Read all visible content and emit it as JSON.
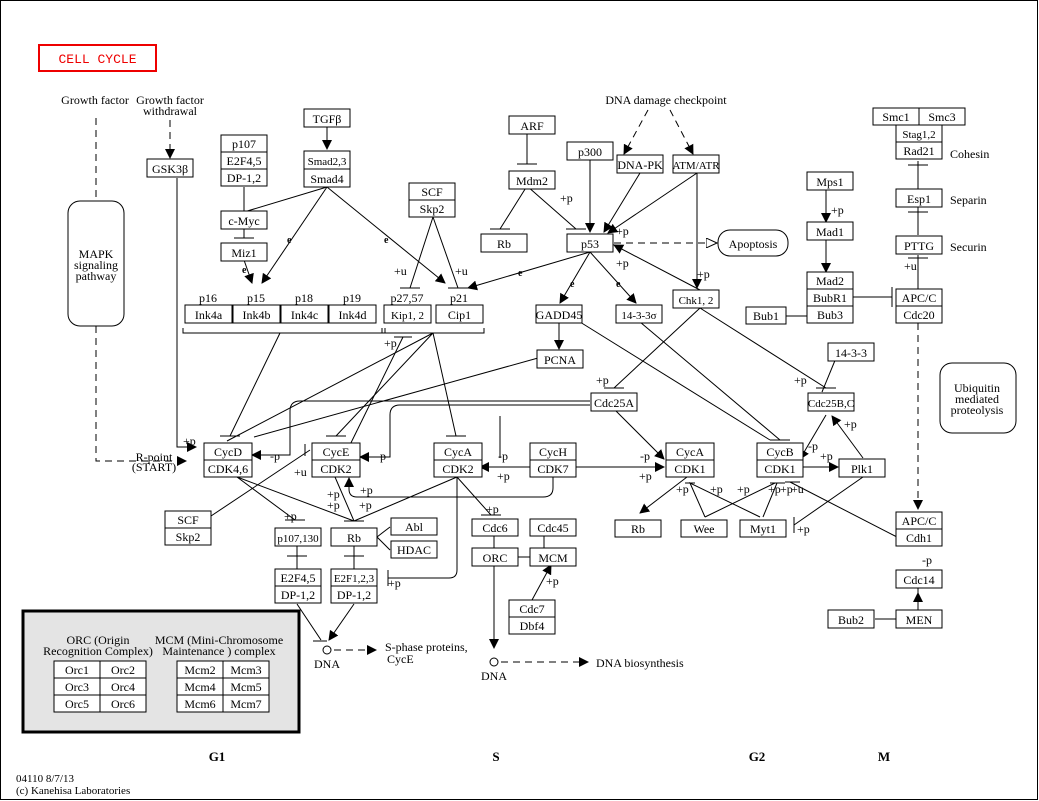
{
  "title": "CELL CYCLE",
  "colors": {
    "title": "#e00000",
    "legend_bg": "#e4e4e4"
  },
  "footer": {
    "id_date": "04110 8/7/13",
    "copyright": "(c) Kanehisa Laboratories"
  },
  "phases": [
    "G1",
    "S",
    "G2",
    "M"
  ],
  "labels": {
    "growth_factor": "Growth factor",
    "gf_withdrawal_1": "Growth factor",
    "gf_withdrawal_2": "withdrawal",
    "dna_damage": "DNA damage checkpoint",
    "rpoint_1": "R-point",
    "rpoint_2": "(START)",
    "cohesin": "Cohesin",
    "separin": "Separin",
    "securin": "Securin",
    "sphase_1": "S-phase proteins,",
    "sphase_2": "CycE",
    "dna1": "DNA",
    "dna2": "DNA",
    "dna_bio": "DNA biosynthesis"
  },
  "pathways": {
    "mapk": [
      "MAPK",
      "signaling",
      "pathway"
    ],
    "apoptosis": "Apoptosis",
    "ubiquitin": [
      "Ubiquitin",
      "mediated",
      "proteolysis"
    ]
  },
  "nodes": {
    "gsk3b": "GSK3β",
    "tgfb": "TGFβ",
    "p107": "p107",
    "e2f45a": "E2F4,5",
    "dp12a": "DP-1,2",
    "smad23": "Smad2,3",
    "smad4": "Smad4",
    "cmyc": "c-Myc",
    "miz1": "Miz1",
    "scf1": "SCF",
    "skp2a": "Skp2",
    "arf": "ARF",
    "mdm2": "Mdm2",
    "rb1": "Rb",
    "p300": "p300",
    "dnapk": "DNA-PK",
    "atmatr": "ATM/ATR",
    "p53": "p53",
    "p16": "p16",
    "p15": "p15",
    "p18": "p18",
    "p19": "p19",
    "ink4a": "Ink4a",
    "ink4b": "Ink4b",
    "ink4c": "Ink4c",
    "ink4d": "Ink4d",
    "p2757": "p27,57",
    "p21": "p21",
    "kip12": "Kip1, 2",
    "cip1": "Cip1",
    "gadd45": "GADD45",
    "s1433s": "14-3-3σ",
    "chk12": "Chk1, 2",
    "pcna": "PCNA",
    "cdc25a": "Cdc25A",
    "s1433": "14-3-3",
    "cdc25bc": "Cdc25B,C",
    "smc1": "Smc1",
    "smc3": "Smc3",
    "stag12": "Stag1,2",
    "rad21": "Rad21",
    "esp1": "Esp1",
    "pttg": "PTTG",
    "mps1": "Mps1",
    "mad1": "Mad1",
    "mad2": "Mad2",
    "bubr1": "BubR1",
    "bub3": "Bub3",
    "bub1": "Bub1",
    "apcc1": "APC/C",
    "cdc20": "Cdc20",
    "cycd": "CycD",
    "cdk46": "CDK4,6",
    "cyce": "CycE",
    "cdk2a": "CDK2",
    "cyca1": "CycA",
    "cdk2b": "CDK2",
    "cych": "CycH",
    "cdk7": "CDK7",
    "cyca2": "CycA",
    "cdk1a": "CDK1",
    "cycb": "CycB",
    "cdk1b": "CDK1",
    "plk1": "Plk1",
    "scf2": "SCF",
    "skp2b": "Skp2",
    "p107130": "p107,130",
    "rb2": "Rb",
    "abl": "Abl",
    "hdac": "HDAC",
    "e2f45b": "E2F4,5",
    "dp12b": "DP-1,2",
    "e2f123": "E2F1,2,3",
    "dp12c": "DP-1,2",
    "cdc6": "Cdc6",
    "cdc45": "Cdc45",
    "orc": "ORC",
    "mcm": "MCM",
    "cdc7": "Cdc7",
    "dbf4": "Dbf4",
    "rb3": "Rb",
    "wee": "Wee",
    "myt1": "Myt1",
    "apcc2": "APC/C",
    "cdh1": "Cdh1",
    "cdc14": "Cdc14",
    "bub2": "Bub2",
    "men": "MEN"
  },
  "legend": {
    "orc_title": [
      "ORC (Origin",
      "Recognition Complex)"
    ],
    "mcm_title": [
      "MCM (Mini-Chromosome",
      "Maintenance ) complex"
    ],
    "orc": [
      "Orc1",
      "Orc2",
      "Orc3",
      "Orc4",
      "Orc5",
      "Orc6"
    ],
    "mcm": [
      "Mcm2",
      "Mcm3",
      "Mcm4",
      "Mcm5",
      "Mcm6",
      "Mcm7"
    ]
  },
  "edge_labels": {
    "p": "+p",
    "mp": "-p",
    "u": "+u",
    "e": "e"
  }
}
